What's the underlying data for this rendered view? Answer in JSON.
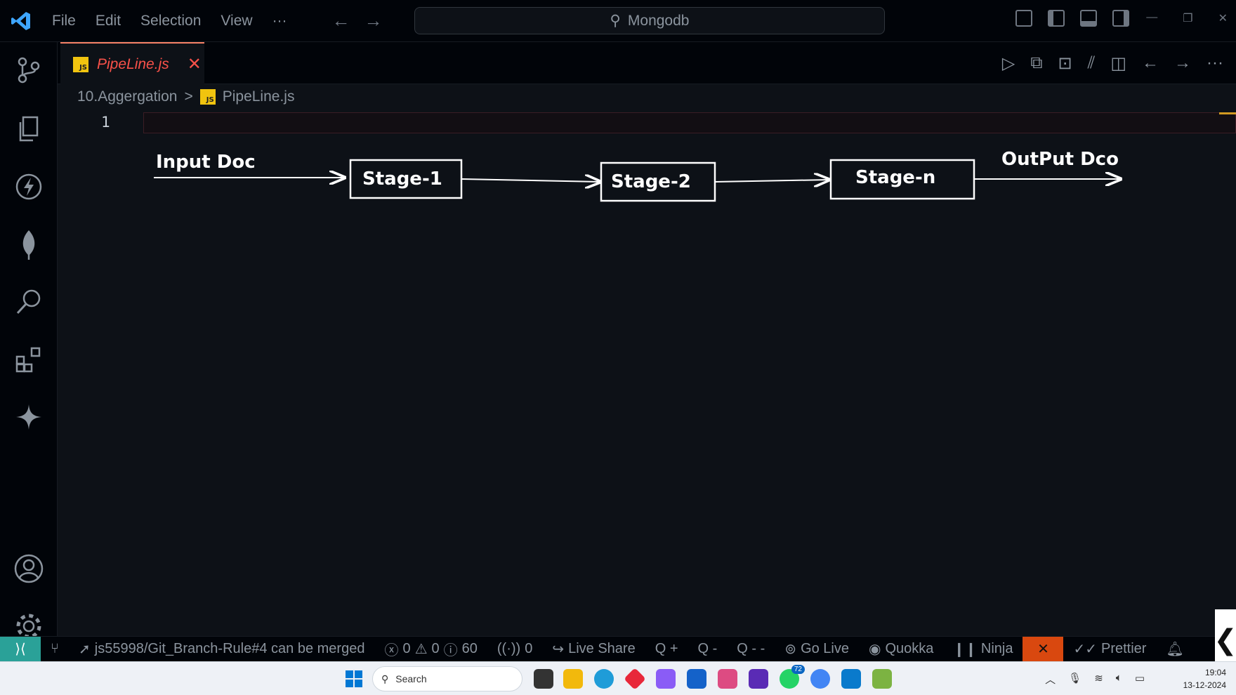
{
  "titlebar": {
    "menu": [
      "File",
      "Edit",
      "Selection",
      "View",
      "···"
    ],
    "search_text": "Mongodb"
  },
  "tab": {
    "label": "PipeLine.js",
    "icon": "js-file-icon",
    "close": "✕"
  },
  "breadcrumb": {
    "folder": "10.Aggergation",
    "separator": ">",
    "file": "PipeLine.js"
  },
  "editor": {
    "line_number": "1"
  },
  "diagram": {
    "input_label": "Input Doc",
    "output_label": "OutPut Dco",
    "stages": [
      "Stage-1",
      "Stage-2",
      "Stage-n"
    ]
  },
  "statusbar": {
    "branch_message": "js55998/Git_Branch-Rule#4 can be merged",
    "errors": "0",
    "warnings": "0",
    "infos": "60",
    "ports": "0",
    "live_share": "Live Share",
    "q_plus": "Q +",
    "q_minus": "Q -",
    "q_minus_minus": "Q - -",
    "go_live": "Go Live",
    "quokka": "Quokka",
    "ninja": "Ninja",
    "prettier": "Prettier"
  },
  "taskbar": {
    "search_placeholder": "Search",
    "whatsapp_badge": "72",
    "time": "19:04",
    "date": "13-12-2024"
  },
  "colors": {
    "background": "#0d1117",
    "tab_accent": "#f85149",
    "remote_indicator": "#2aa198",
    "status_orange": "#d9480f"
  }
}
